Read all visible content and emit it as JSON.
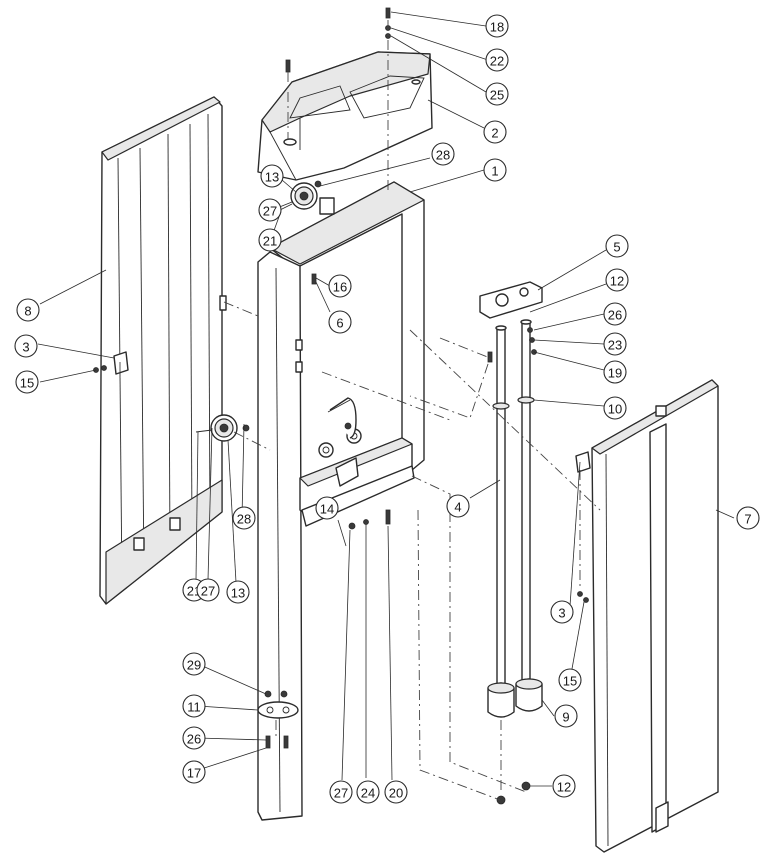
{
  "diagram": {
    "callouts": [
      {
        "id": "c18",
        "label": "18"
      },
      {
        "id": "c22",
        "label": "22"
      },
      {
        "id": "c25",
        "label": "25"
      },
      {
        "id": "c2",
        "label": "2"
      },
      {
        "id": "c28a",
        "label": "28"
      },
      {
        "id": "c1",
        "label": "1"
      },
      {
        "id": "c13a",
        "label": "13"
      },
      {
        "id": "c27a",
        "label": "27"
      },
      {
        "id": "c21a",
        "label": "21"
      },
      {
        "id": "c5",
        "label": "5"
      },
      {
        "id": "c12a",
        "label": "12"
      },
      {
        "id": "c16",
        "label": "16"
      },
      {
        "id": "c6",
        "label": "6"
      },
      {
        "id": "c26a",
        "label": "26"
      },
      {
        "id": "c23",
        "label": "23"
      },
      {
        "id": "c19",
        "label": "19"
      },
      {
        "id": "c8",
        "label": "8"
      },
      {
        "id": "c3a",
        "label": "3"
      },
      {
        "id": "c15a",
        "label": "15"
      },
      {
        "id": "c10",
        "label": "10"
      },
      {
        "id": "c4",
        "label": "4"
      },
      {
        "id": "c7",
        "label": "7"
      },
      {
        "id": "c14",
        "label": "14"
      },
      {
        "id": "c28b",
        "label": "28"
      },
      {
        "id": "c21b",
        "label": "21"
      },
      {
        "id": "c27b",
        "label": "27"
      },
      {
        "id": "c13b",
        "label": "13"
      },
      {
        "id": "c3b",
        "label": "3"
      },
      {
        "id": "c15b",
        "label": "15"
      },
      {
        "id": "c29",
        "label": "29"
      },
      {
        "id": "c11",
        "label": "11"
      },
      {
        "id": "c26b",
        "label": "26"
      },
      {
        "id": "c17",
        "label": "17"
      },
      {
        "id": "c27c",
        "label": "27"
      },
      {
        "id": "c24",
        "label": "24"
      },
      {
        "id": "c20",
        "label": "20"
      },
      {
        "id": "c9",
        "label": "9"
      },
      {
        "id": "c12b",
        "label": "12"
      }
    ]
  }
}
